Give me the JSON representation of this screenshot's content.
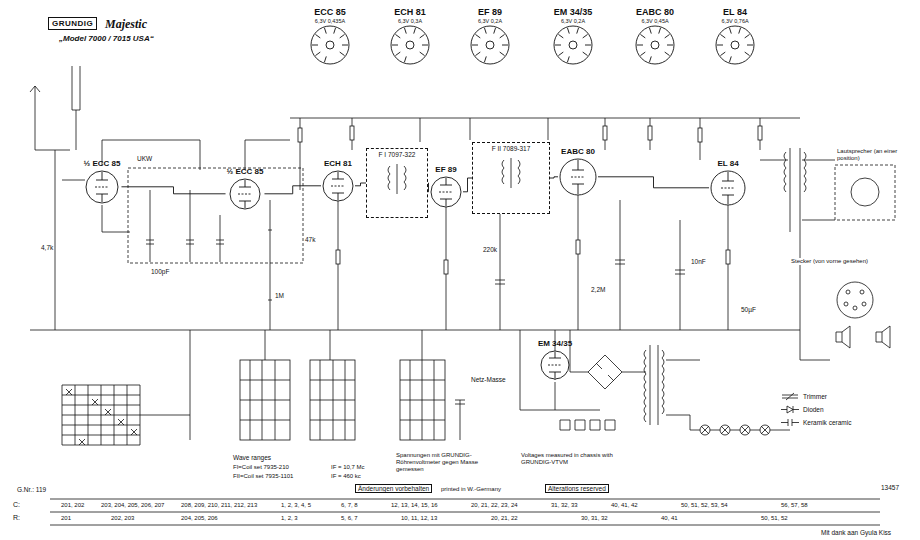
{
  "diagram": {
    "title": "„Model 7000 / 7015 USA“",
    "nodes": [
      {
        "text": [
          "GRUNDIG"
        ]
      },
      {
        "text": [
          "ECC 85",
          "6,3V 0,435A"
        ]
      },
      {
        "text": [
          "ECH 81",
          "6,3V 0,3A"
        ]
      },
      {
        "text": [
          "EF 89",
          "6,3V 0,2A"
        ]
      },
      {
        "text": [
          "EM 34/35",
          "6,3V 0,2A"
        ]
      },
      {
        "text": [
          "EABC 80",
          "6,3V 0,45A"
        ]
      },
      {
        "text": [
          "EL 84",
          "6,3V 0,76A"
        ]
      },
      {
        "text": [
          "½ ECC 85"
        ]
      },
      {
        "text": [
          "½ ECC 85"
        ]
      },
      {
        "text": [
          "ECH 81"
        ]
      },
      {
        "text": [
          "EF 89"
        ]
      },
      {
        "text": [
          "EABC 80"
        ]
      },
      {
        "text": [
          "EL 84"
        ]
      },
      {
        "text": [
          "EM 34/35"
        ]
      },
      {
        "text": [
          "F I 7097-322"
        ]
      },
      {
        "text": [
          "F II 7089-317"
        ]
      }
    ],
    "edges": [
      {
        "from": 7,
        "to": 8,
        "arrow": "none"
      },
      {
        "from": 8,
        "to": 9,
        "arrow": "none"
      },
      {
        "from": 9,
        "to": 14,
        "arrow": "none"
      },
      {
        "from": 14,
        "to": 10,
        "arrow": "none"
      },
      {
        "from": 10,
        "to": 15,
        "arrow": "none"
      },
      {
        "from": 15,
        "to": 11,
        "arrow": "none"
      },
      {
        "from": 11,
        "to": 12,
        "arrow": "none"
      }
    ],
    "labels": [
      "Majestic",
      "UKW",
      "4,7k",
      "100pF",
      "1M",
      "47k",
      "220k",
      "2,2M",
      "10nF",
      "50µF",
      "Netz-Masse",
      "Wave ranges",
      "FI=Coil set 7935-210",
      "FII=Coil set 7935-1101",
      "IF = 10,7 Mc",
      "IF = 460 kc",
      "Spannungen mit GRUNDIG-Röhrenvoltmeter gegen Masse gemessen",
      "Voltages measured in chassis with GRUNDIG-VTVM",
      "Änderungen vorbehalten",
      "Alterations reserved",
      "printed in W.-Germany",
      "Lautsprecher (an einer position)",
      "Stecker (von vorne gesehen)",
      "G.Nr.: 119",
      "13457",
      "C:",
      "R:",
      "201, 202",
      "203, 204, 205, 206, 207",
      "208, 209, 210, 211, 212, 213",
      "1, 2, 3, 4, 5",
      "6, 7, 8",
      "12, 13, 14, 15, 16",
      "20, 21, 22, 23, 24",
      "31, 32, 33",
      "40, 41, 42",
      "50, 51, 52, 53, 54",
      "56, 57, 58",
      "201",
      "202, 203",
      "204, 205, 206",
      "1, 2, 3",
      "5, 6, 7",
      "10, 11, 12, 13",
      "20, 21, 22",
      "30, 31, 32",
      "40, 41",
      "50, 51, 52",
      "Mit dank aan Gyula Kiss"
    ],
    "legend": [
      {
        "text": "Trimmer"
      },
      {
        "text": "Dioden"
      },
      {
        "text": "Keramik ceramic"
      }
    ]
  }
}
